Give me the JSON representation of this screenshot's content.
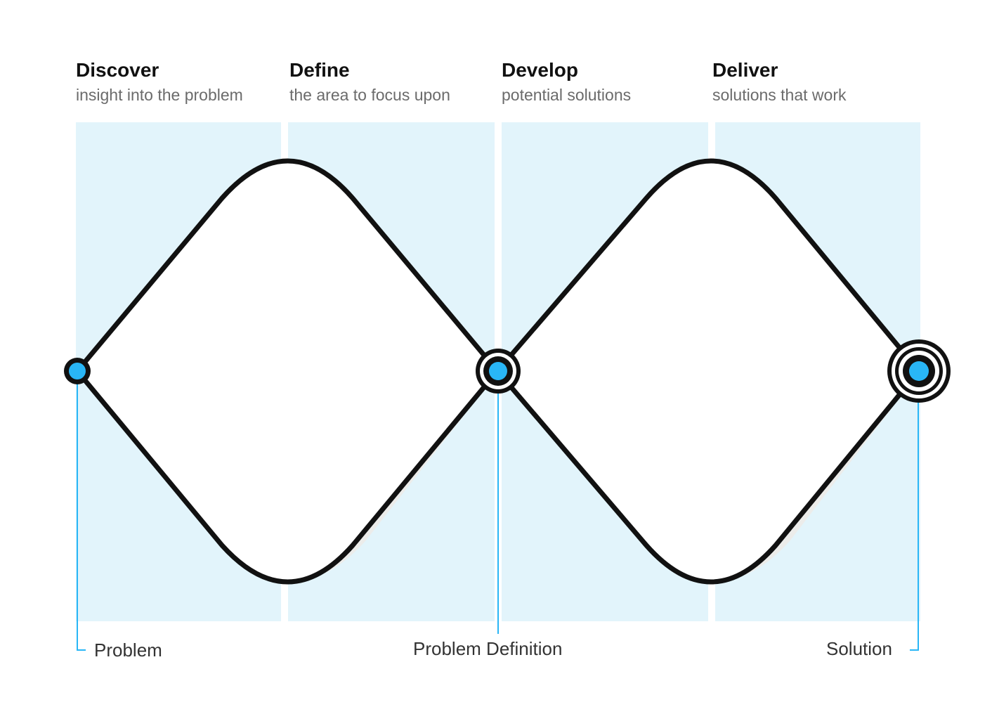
{
  "phases": [
    {
      "title": "Discover",
      "subtitle": "insight into the problem"
    },
    {
      "title": "Define",
      "subtitle": "the area to focus upon"
    },
    {
      "title": "Develop",
      "subtitle": "potential solutions"
    },
    {
      "title": "Deliver",
      "subtitle": "solutions that work"
    }
  ],
  "markers": {
    "problem": "Problem",
    "problem_definition": "Problem Definition",
    "solution": "Solution"
  },
  "colors": {
    "panel": "#e2f4fb",
    "line": "#111111",
    "node": "#29b6f6",
    "guide": "#29b6f6",
    "shadow": "#ececea"
  }
}
